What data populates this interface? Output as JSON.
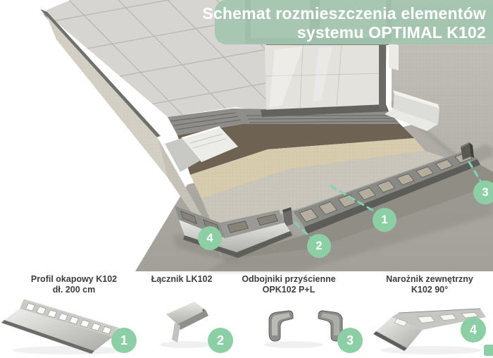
{
  "banner": {
    "title_line1": "Schemat rozmieszczenia elementów",
    "title_line2": "systemu OPTIMAL K102",
    "bg_color": "#a4c5b0",
    "text_color": "#ffffff"
  },
  "callouts": {
    "c1": "1",
    "c2": "2",
    "c3": "3",
    "c4": "4"
  },
  "legend": {
    "items": [
      {
        "number": "1",
        "line1": "Profil okapowy K102",
        "line2": "dł. 200 cm"
      },
      {
        "number": "2",
        "line1": "Łącznik LK102",
        "line2": ""
      },
      {
        "number": "3",
        "line1": "Odbojniki przyścienne",
        "line2": "OPK102 P+L"
      },
      {
        "number": "4",
        "line1": "Narożnik zewnętrzny",
        "line2": "K102 90°"
      }
    ]
  },
  "colors": {
    "accent_green": "#8ccfa5",
    "dash_teal": "#7fd2b6",
    "banner_green": "#a4c5b0",
    "label_text": "#3d3d3d",
    "membrane_brown": "#6e6353",
    "screed_tan": "#d7cbae"
  }
}
